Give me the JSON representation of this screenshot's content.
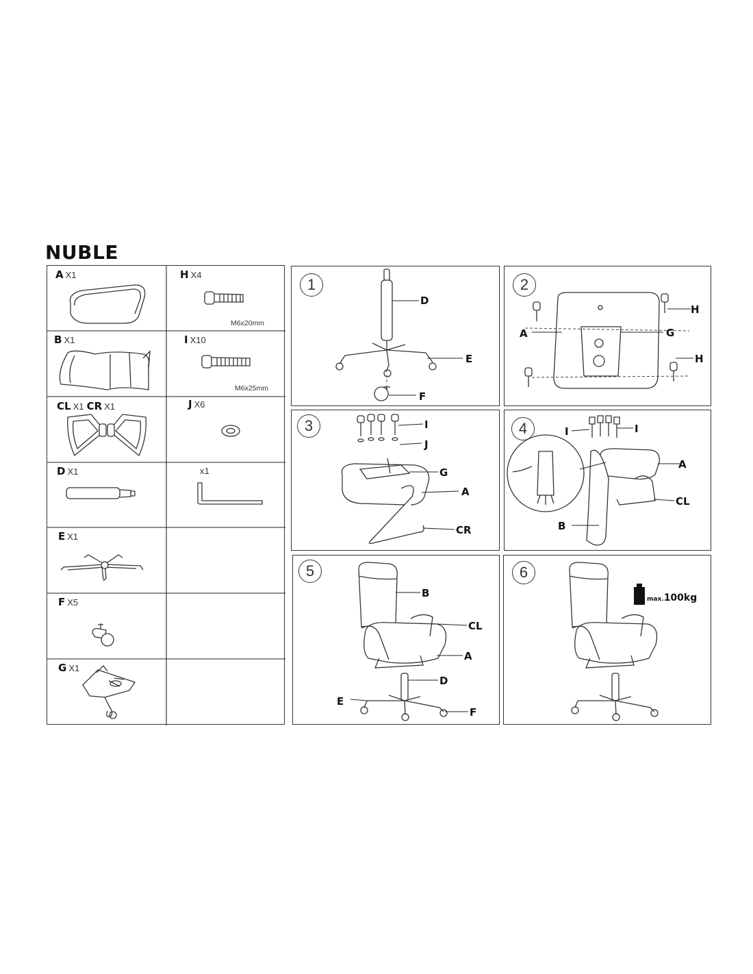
{
  "title": "NUBLE",
  "parts": [
    {
      "letter": "A",
      "qty": "X1",
      "spec": "",
      "icon": "seat-icon"
    },
    {
      "letter": "H",
      "qty": "X4",
      "spec": "M6x20mm",
      "icon": "short-bolt-icon"
    },
    {
      "letter": "B",
      "qty": "X1",
      "spec": "",
      "icon": "backrest-icon"
    },
    {
      "letter": "I",
      "qty": "X10",
      "spec": "M6x25mm",
      "icon": "long-bolt-icon"
    },
    {
      "letter": "CL",
      "qty": "X1",
      "letter2": "CR",
      "qty2": "X1",
      "spec": "",
      "icon": "armrests-icon"
    },
    {
      "letter": "J",
      "qty": "X6",
      "spec": "",
      "icon": "washer-icon"
    },
    {
      "letter": "D",
      "qty": "X1",
      "spec": "",
      "icon": "gas-cylinder-icon"
    },
    {
      "letter": "",
      "qty": "x1",
      "spec": "",
      "icon": "allen-key-icon"
    },
    {
      "letter": "E",
      "qty": "X1",
      "spec": "",
      "icon": "star-base-icon"
    },
    {
      "letter": "F",
      "qty": "X5",
      "spec": "",
      "icon": "caster-icon"
    },
    {
      "letter": "G",
      "qty": "X1",
      "spec": "",
      "icon": "mechanism-icon"
    }
  ],
  "steps": [
    {
      "number": "1",
      "labels": [
        "D",
        "E",
        "F"
      ]
    },
    {
      "number": "2",
      "labels": [
        "H",
        "A",
        "G",
        "H"
      ]
    },
    {
      "number": "3",
      "labels": [
        "I",
        "J",
        "G",
        "A",
        "CR"
      ]
    },
    {
      "number": "4",
      "labels": [
        "I",
        "I",
        "A",
        "CL",
        "B"
      ]
    },
    {
      "number": "5",
      "labels": [
        "B",
        "CL",
        "A",
        "D",
        "E",
        "F"
      ]
    },
    {
      "number": "6",
      "labels": []
    }
  ],
  "weight_limit": {
    "prefix": "max.",
    "value": "100kg",
    "icon": "weight-icon"
  }
}
